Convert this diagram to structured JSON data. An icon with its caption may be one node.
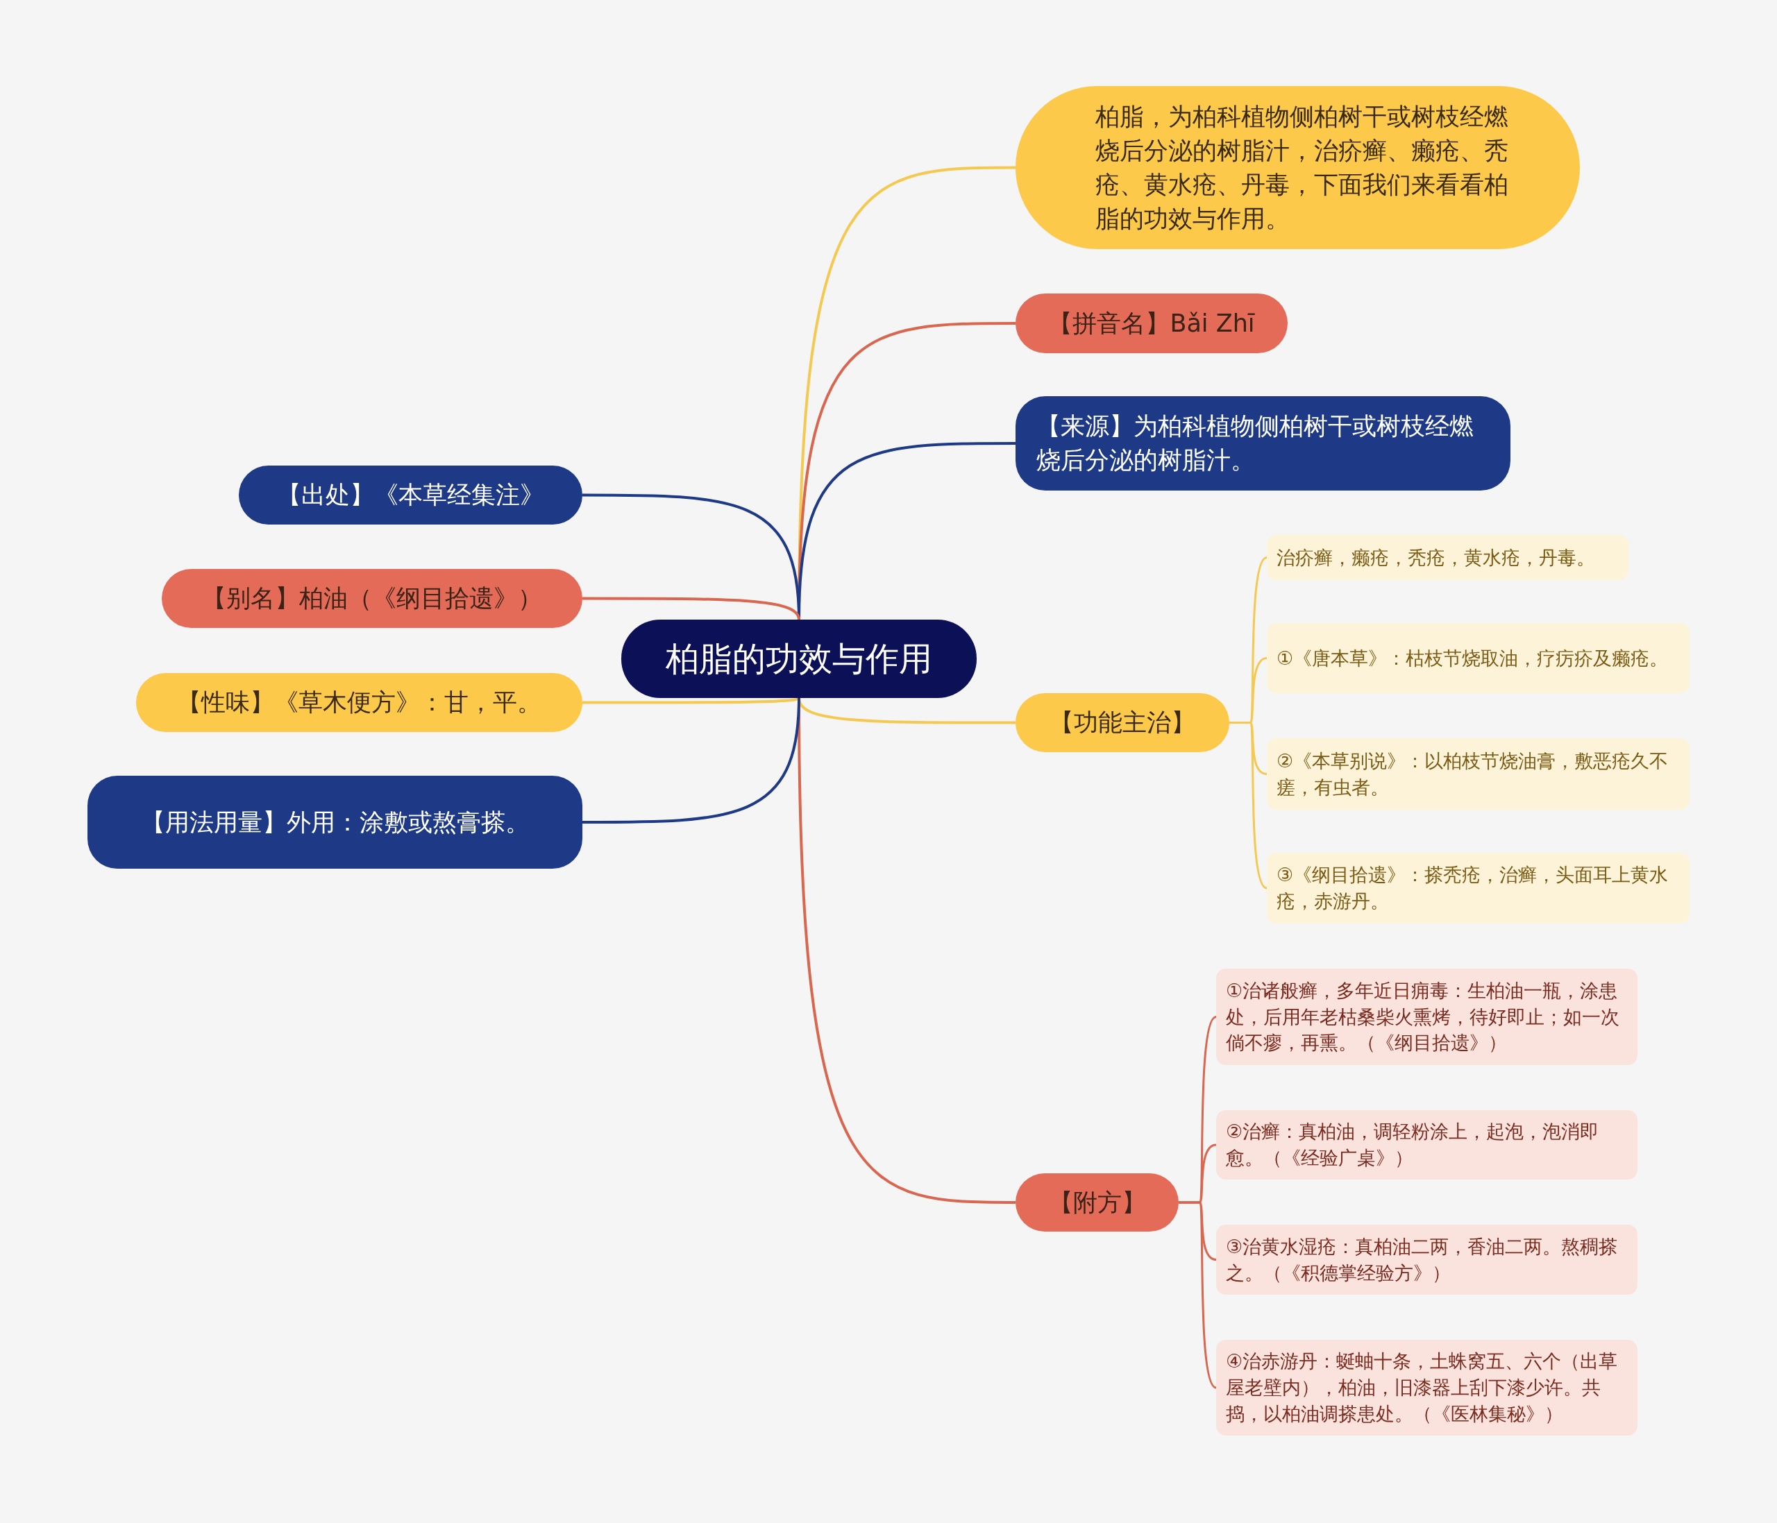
{
  "diagram": {
    "nodes": [
      {
        "text": [
          "柏脂的功效与作用"
        ]
      },
      {
        "text": [
          "柏脂，为柏科植物侧柏树干或树枝经燃烧后分泌的树脂汁，治疥癣、癞疮、秃疮、黄水疮、丹毒，下面我们来看看柏脂的功效与作用。"
        ]
      },
      {
        "text": [
          "【拼音名】Bǎi Zhī"
        ]
      },
      {
        "text": [
          "【来源】为柏科植物侧柏树干或树枝经燃烧后分泌的树脂汁。"
        ]
      },
      {
        "text": [
          "【功能主治】"
        ]
      },
      {
        "text": [
          "治疥癣，癞疮，秃疮，黄水疮，丹毒。"
        ]
      },
      {
        "text": [
          "①《唐本草》：枯枝节烧取油，疗疠疥及癞疮。"
        ]
      },
      {
        "text": [
          "②《本草别说》：以柏枝节烧油膏，敷恶疮久不瘥，有虫者。"
        ]
      },
      {
        "text": [
          "③《纲目拾遗》：搽秃疮，治癣，头面耳上黄水疮，赤游丹。"
        ]
      },
      {
        "text": [
          "【附方】"
        ]
      },
      {
        "text": [
          "①治诸般癣，多年近日痈毒：生柏油一瓶，涂患处，后用年老枯桑柴火熏烤，待好即止；如一次倘不瘳，再熏。（《纲目拾遗》）"
        ]
      },
      {
        "text": [
          "②治癣：真柏油，调轻粉涂上，起泡，泡消即愈。（《经验广桌》）"
        ]
      },
      {
        "text": [
          "③治黄水湿疮：真柏油二两，香油二两。熬稠搽之。（《积德掌经验方》）"
        ]
      },
      {
        "text": [
          "④治赤游丹：蜒蚰十条，土蛛窝五、六个（出草屋老壁内），柏油，旧漆器上刮下漆少许。共捣，以柏油调搽患处。（《医林集秘》）"
        ]
      },
      {
        "text": [
          "【出处】《本草经集注》"
        ]
      },
      {
        "text": [
          "【别名】柏油（《纲目拾遗》）"
        ]
      },
      {
        "text": [
          "【性味】《草木便方》：甘，平。"
        ]
      },
      {
        "text": [
          "【用法用量】外用：涂敷或熬膏搽。"
        ]
      }
    ],
    "edges": [
      {
        "from": 0,
        "to": 1,
        "arrow": "none",
        "color": "#f5c850"
      },
      {
        "from": 0,
        "to": 2,
        "arrow": "none",
        "color": "#d9664f"
      },
      {
        "from": 0,
        "to": 3,
        "arrow": "none",
        "color": "#1e3a87"
      },
      {
        "from": 0,
        "to": 4,
        "arrow": "none",
        "color": "#f5c850"
      },
      {
        "from": 4,
        "to": 5,
        "arrow": "none",
        "color": "#f5c850"
      },
      {
        "from": 4,
        "to": 6,
        "arrow": "none",
        "color": "#f5c850"
      },
      {
        "from": 4,
        "to": 7,
        "arrow": "none",
        "color": "#f5c850"
      },
      {
        "from": 4,
        "to": 8,
        "arrow": "none",
        "color": "#f5c850"
      },
      {
        "from": 0,
        "to": 9,
        "arrow": "none",
        "color": "#d9664f"
      },
      {
        "from": 9,
        "to": 10,
        "arrow": "none",
        "color": "#d9664f"
      },
      {
        "from": 9,
        "to": 11,
        "arrow": "none",
        "color": "#d9664f"
      },
      {
        "from": 9,
        "to": 12,
        "arrow": "none",
        "color": "#d9664f"
      },
      {
        "from": 9,
        "to": 13,
        "arrow": "none",
        "color": "#d9664f"
      },
      {
        "from": 0,
        "to": 14,
        "arrow": "none",
        "color": "#1e3a87"
      },
      {
        "from": 0,
        "to": 15,
        "arrow": "none",
        "color": "#d9664f"
      },
      {
        "from": 0,
        "to": 16,
        "arrow": "none",
        "color": "#f5c850"
      },
      {
        "from": 0,
        "to": 17,
        "arrow": "none",
        "color": "#1e3a87"
      }
    ]
  }
}
